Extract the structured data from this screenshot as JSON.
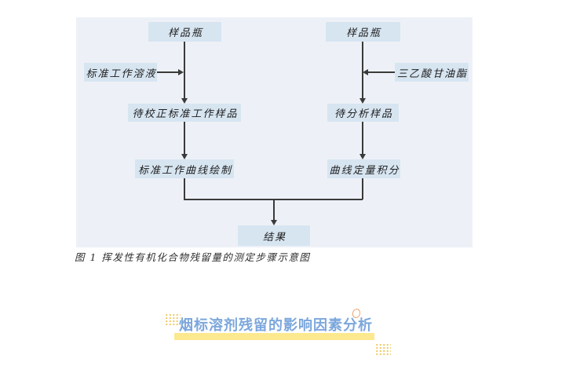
{
  "figure": {
    "caption": "图 1 挥发性有机化合物残留量的测定步骤示意图",
    "left_branch": {
      "top": "样品瓶",
      "input": "标准工作溶液",
      "step2": "待校正标准工作样品",
      "step3": "标准工作曲线绘制"
    },
    "right_branch": {
      "top": "样品瓶",
      "input": "三乙酸甘油酯",
      "step2": "待分析样品",
      "step3": "曲线定量积分"
    },
    "result": "结果",
    "colors": {
      "panel_bg": "#edf1f7",
      "node_bg": "#d7e5f1",
      "line": "#3a3a3a"
    }
  },
  "section_heading": {
    "text": "烟标溶剂残留的影响因素分析",
    "text_color": "#7ca7dc",
    "highlight_color": "#fce98f",
    "dot_color": "#f0c75e",
    "circle_color": "#f0a269"
  }
}
